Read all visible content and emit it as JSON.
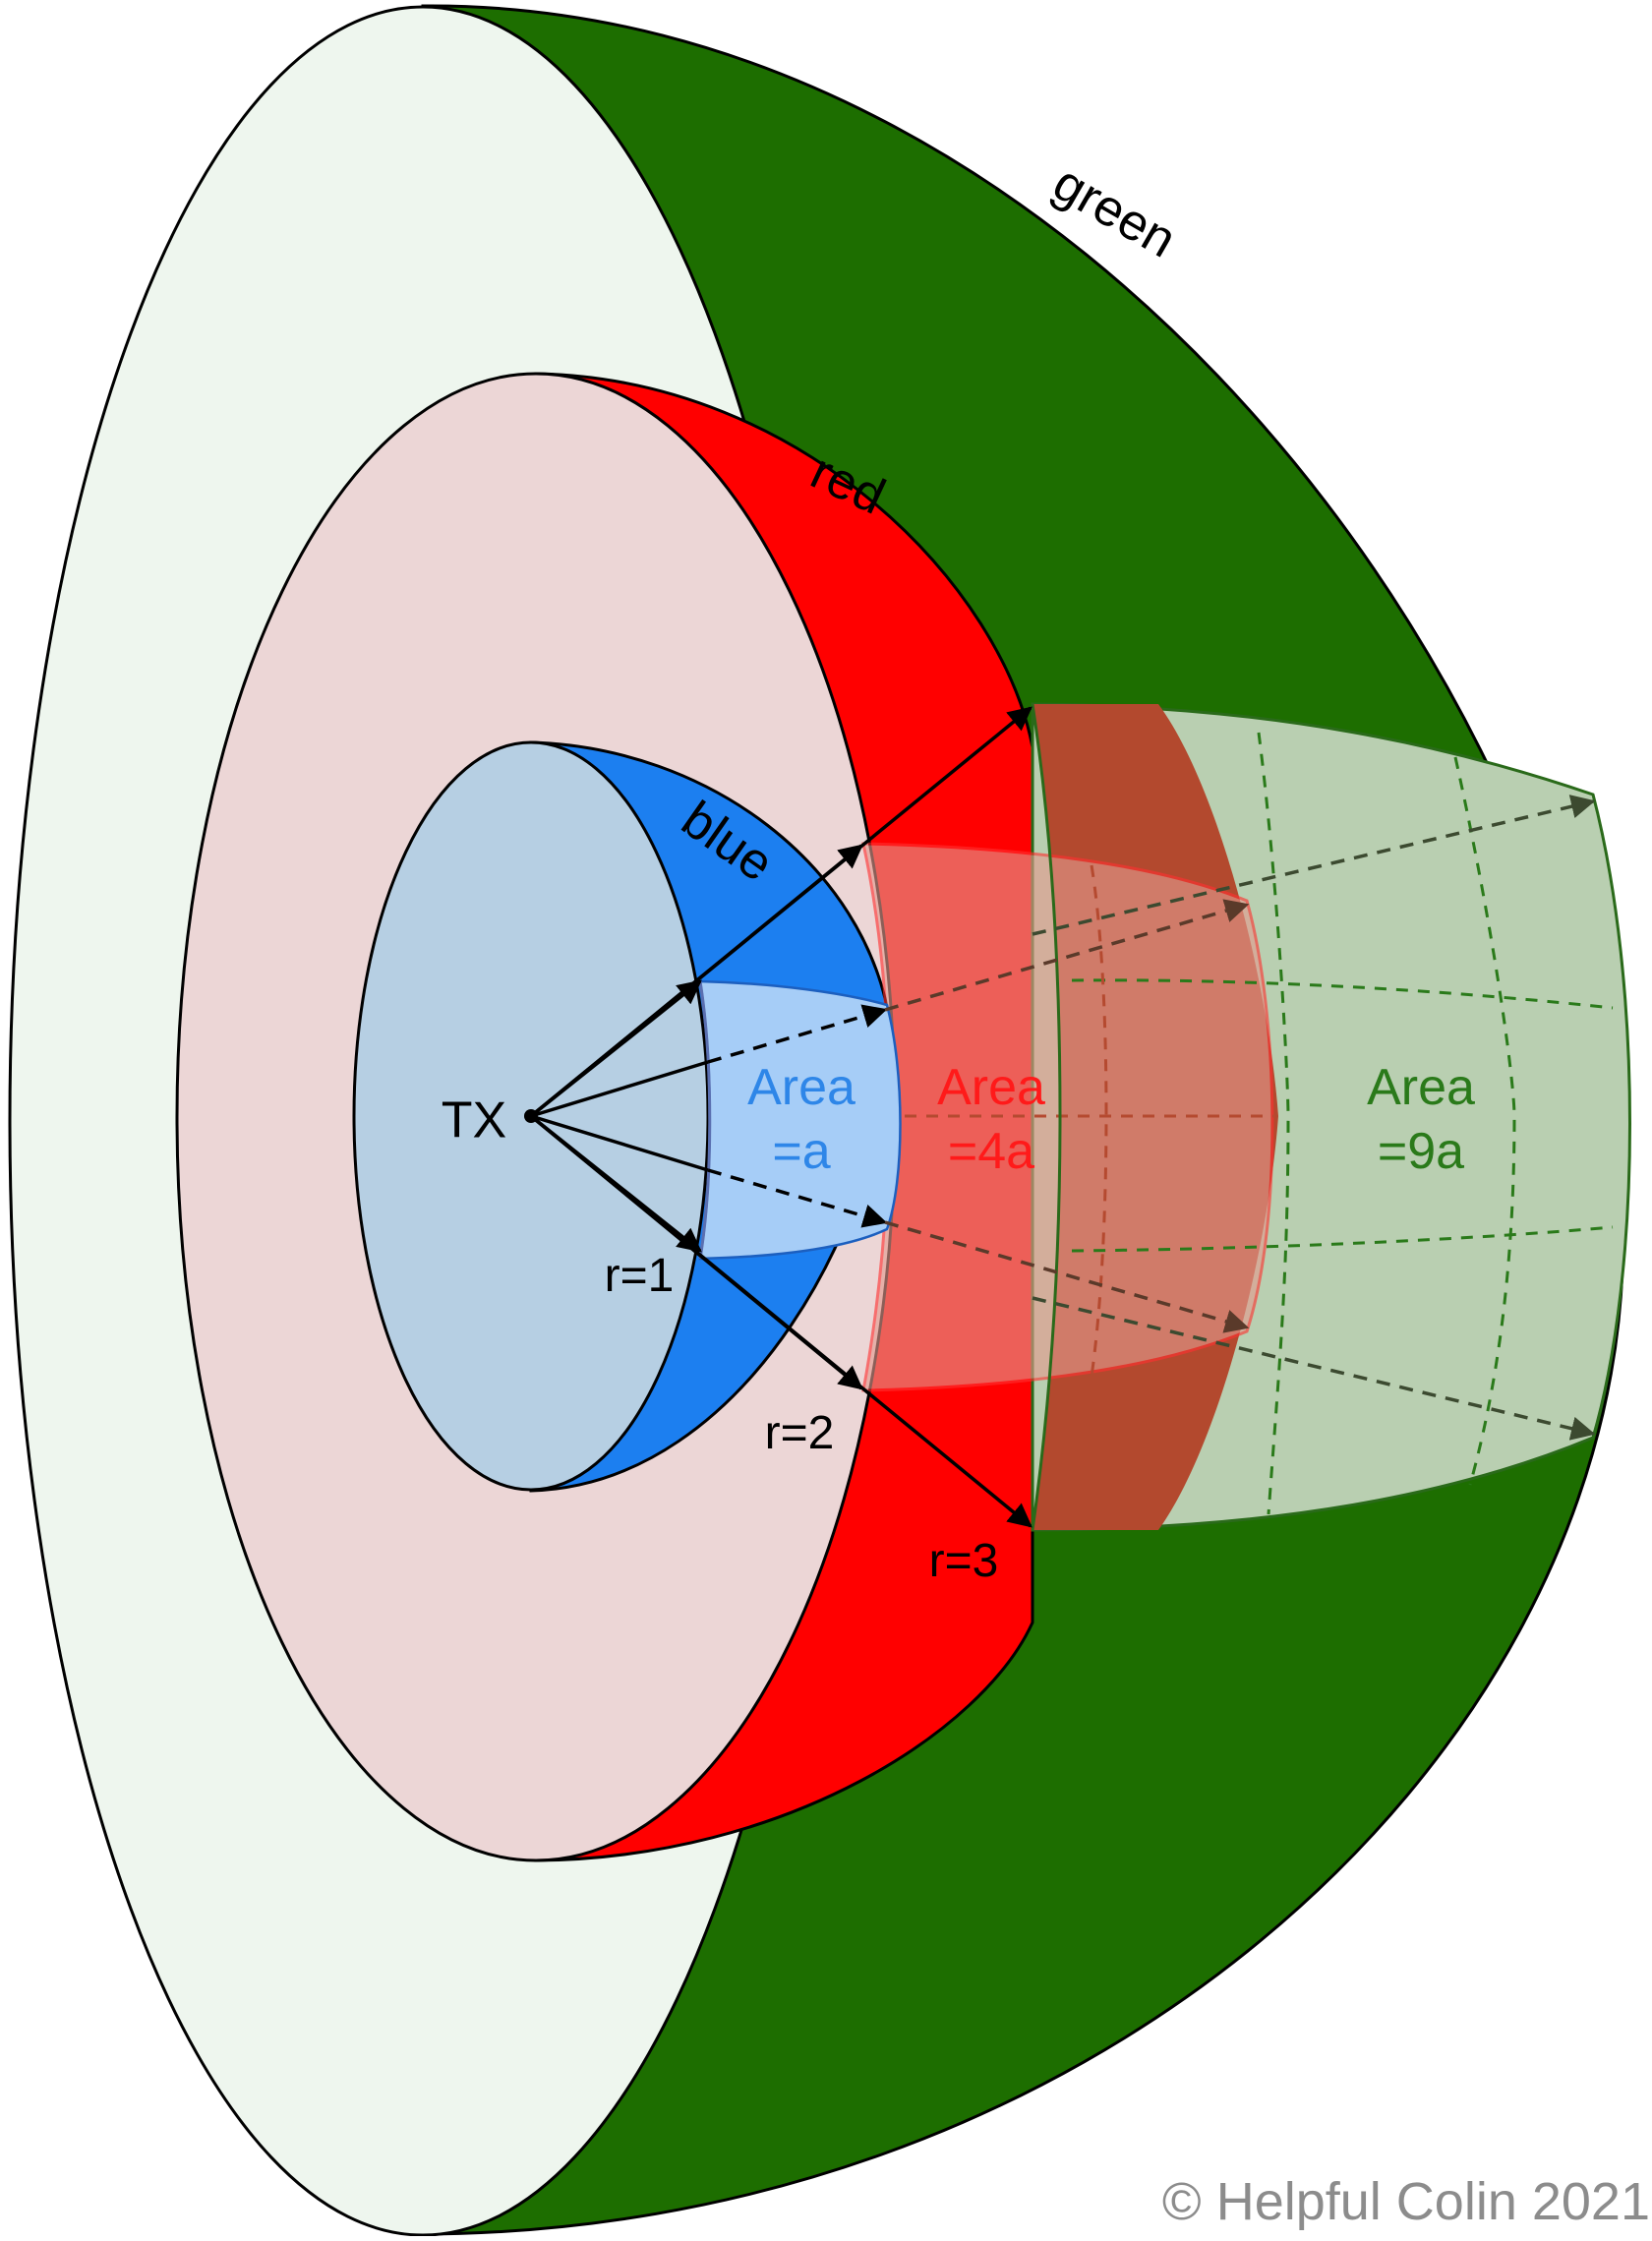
{
  "diagram": {
    "shell_labels": {
      "green": "green",
      "red": "red",
      "blue": "blue"
    },
    "source_label": "TX",
    "radius_labels": [
      "r=1",
      "r=2",
      "r=3"
    ],
    "areas": [
      {
        "line1": "Area",
        "line2": "=a",
        "color": "#2e86e8"
      },
      {
        "line1": "Area",
        "line2": "=4a",
        "color": "#ff1a1a"
      },
      {
        "line1": "Area",
        "line2": "=9a",
        "color": "#2a7a1a"
      }
    ],
    "colors": {
      "green_outer": "#1d6e00",
      "green_face": "#eef6ee",
      "red_outer": "#ff0000",
      "red_face": "#ecd6d6",
      "blue_outer": "#1c7ff0",
      "blue_face": "#b6cfe3",
      "patch_blue": "#a6cdf7",
      "patch_red": "#e39a8e",
      "patch_green": "#b9cfb1",
      "patch_overlap": "#b3492e"
    },
    "copyright": "© Helpful Colin 2021"
  }
}
